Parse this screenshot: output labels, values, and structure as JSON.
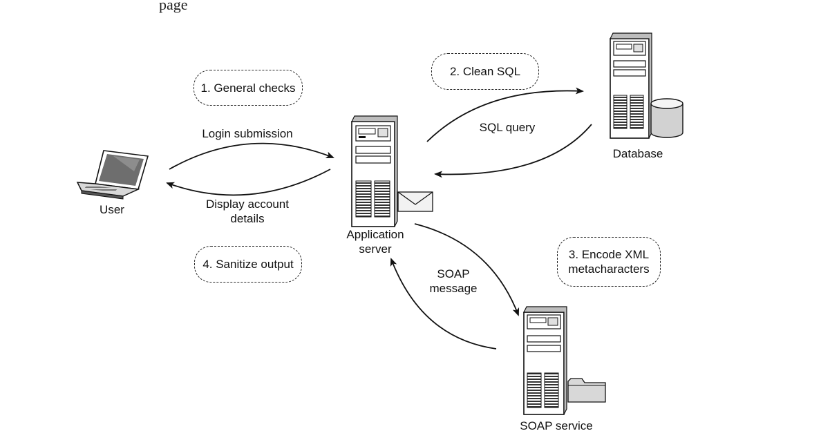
{
  "header_fragment": "page",
  "nodes": {
    "user": {
      "label": "User"
    },
    "app_server": {
      "label_line1": "Application",
      "label_line2": "server"
    },
    "database": {
      "label": "Database"
    },
    "soap_service": {
      "label": "SOAP service"
    }
  },
  "flows": {
    "login_submission": "Login submission",
    "display_account_line1": "Display account",
    "display_account_line2": "details",
    "sql_query": "SQL query",
    "soap_message_line1": "SOAP",
    "soap_message_line2": "message"
  },
  "steps": {
    "step1": "1. General checks",
    "step2": "2. Clean SQL",
    "step3_line1": "3. Encode XML",
    "step3_line2": "metacharacters",
    "step4": "4. Sanitize output"
  },
  "colors": {
    "line": "#111111",
    "server_fill": "#ffffff",
    "shade": "#c8c8c8"
  },
  "icons": [
    "laptop-icon",
    "server-icon",
    "database-cylinder-icon",
    "envelope-icon",
    "folder-icon"
  ]
}
